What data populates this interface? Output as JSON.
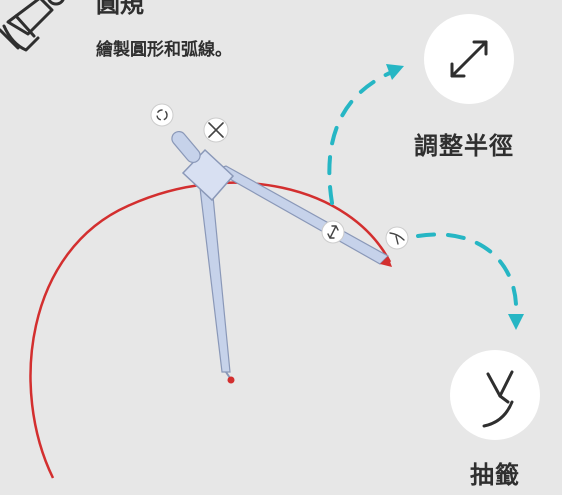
{
  "header": {
    "title": "圓規",
    "description": "繪製圓形和弧線。"
  },
  "actions": [
    {
      "label": "調整半徑",
      "icon": "resize-diagonal-icon"
    },
    {
      "label": "抽籤",
      "icon": "draw-arc-icon"
    }
  ],
  "compass_handles": {
    "rotate": "rotate-handle-icon",
    "move": "move-handle-icon",
    "adjust_radius": "radius-handle-icon",
    "draw": "pencil-handle-icon"
  },
  "colors": {
    "background": "#e7e7e7",
    "arc": "#d32f2f",
    "arrow": "#26b6c4",
    "compass": "#c6d2ea",
    "icon_circle": "#ffffff"
  }
}
